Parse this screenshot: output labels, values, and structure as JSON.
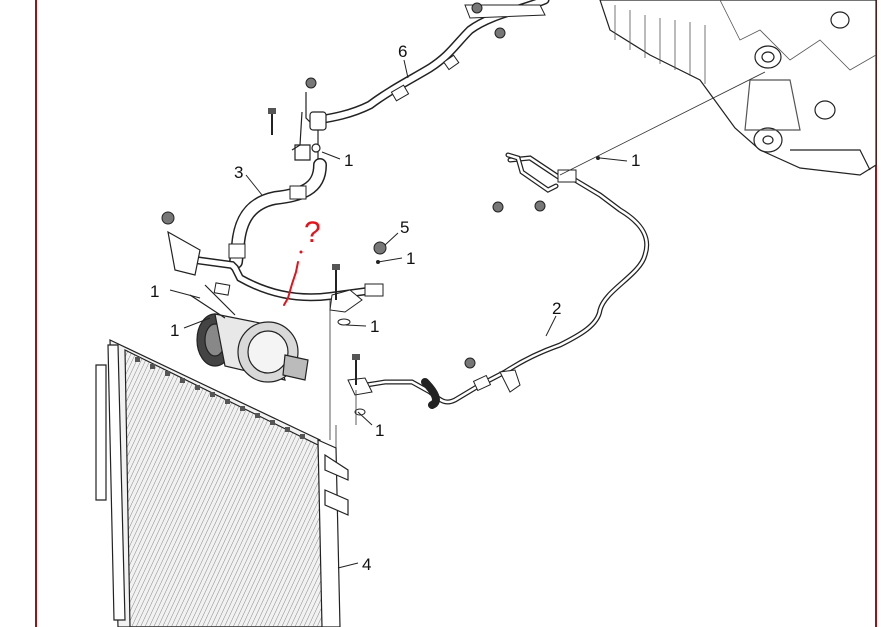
{
  "callouts": {
    "c1_top": "1",
    "c1_mid_right": "1",
    "c1_fitting_5": "1",
    "c1_left_upper": "1",
    "c1_left_lower": "1",
    "c1_center": "1",
    "c1_lower": "1",
    "c2": "2",
    "c3": "3",
    "c4": "4",
    "c5": "5",
    "c6": "6"
  },
  "annotation": {
    "question_mark": "?"
  },
  "colors": {
    "frame": "#8b1a1a",
    "annotation": "#e3121b",
    "line_art": "#222222"
  }
}
